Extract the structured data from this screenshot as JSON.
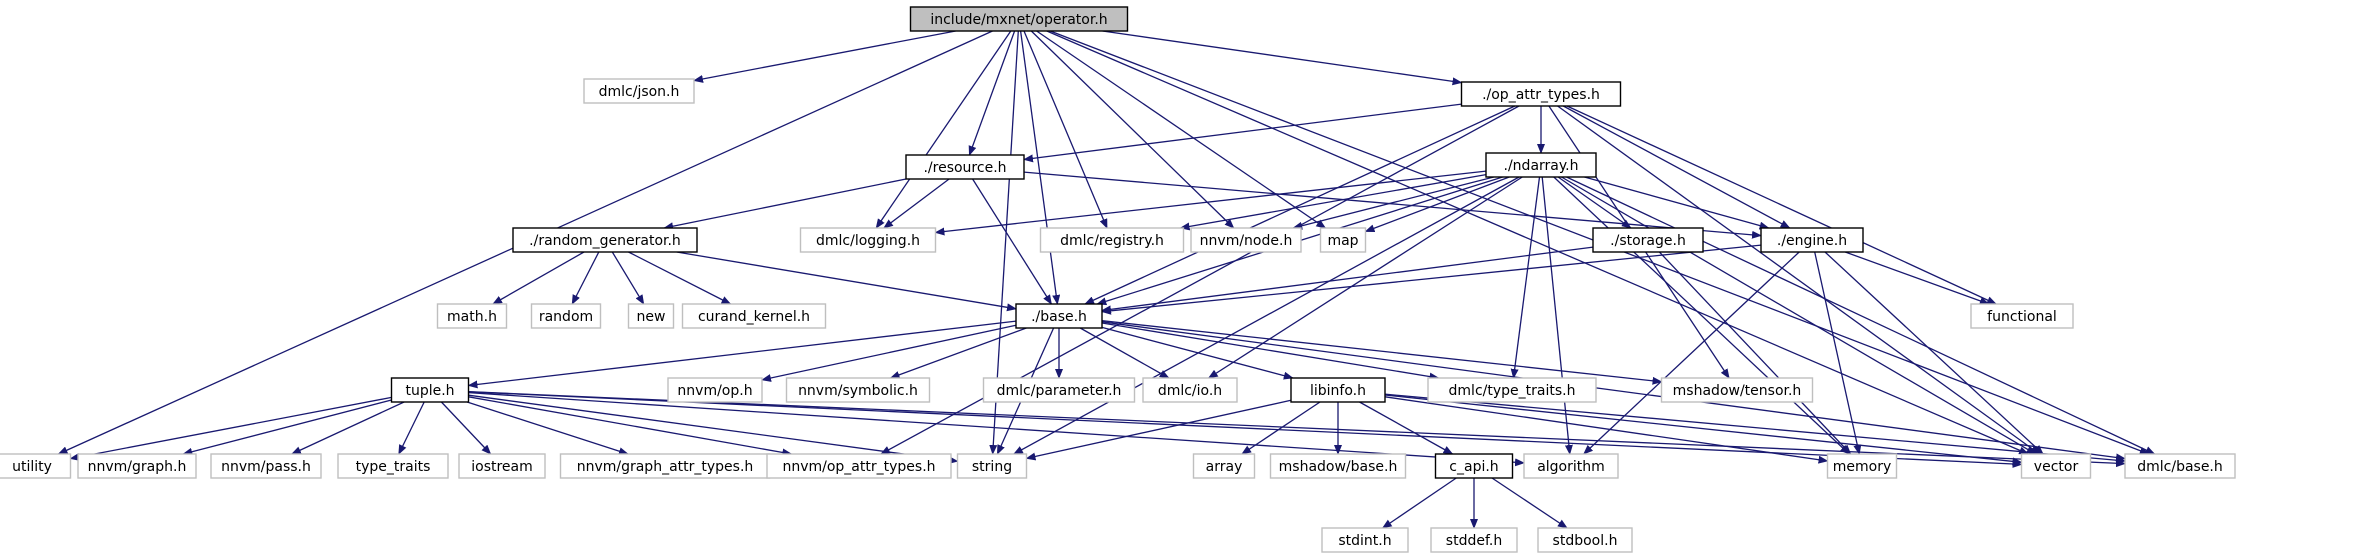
{
  "colors": {
    "edge": "#191970",
    "root_fill": "#bfbfbf",
    "root_border": "#000000",
    "local_border": "#000000",
    "external_border": "#bfbfbf",
    "fill": "#ffffff"
  },
  "graph": {
    "nodes": [
      {
        "id": "operator_h",
        "label": "include/mxnet/operator.h",
        "kind": "root"
      },
      {
        "id": "dmlc_json_h",
        "label": "dmlc/json.h",
        "kind": "external"
      },
      {
        "id": "op_attr_types_h",
        "label": "./op_attr_types.h",
        "kind": "local"
      },
      {
        "id": "resource_h",
        "label": "./resource.h",
        "kind": "local"
      },
      {
        "id": "ndarray_h",
        "label": "./ndarray.h",
        "kind": "local"
      },
      {
        "id": "random_generator_h",
        "label": "./random_generator.h",
        "kind": "local"
      },
      {
        "id": "dmlc_logging_h",
        "label": "dmlc/logging.h",
        "kind": "external"
      },
      {
        "id": "dmlc_registry_h",
        "label": "dmlc/registry.h",
        "kind": "external"
      },
      {
        "id": "nnvm_node_h",
        "label": "nnvm/node.h",
        "kind": "external"
      },
      {
        "id": "map",
        "label": "map",
        "kind": "external"
      },
      {
        "id": "storage_h",
        "label": "./storage.h",
        "kind": "local"
      },
      {
        "id": "engine_h",
        "label": "./engine.h",
        "kind": "local"
      },
      {
        "id": "math_h",
        "label": "math.h",
        "kind": "external"
      },
      {
        "id": "random",
        "label": "random",
        "kind": "external"
      },
      {
        "id": "new",
        "label": "new",
        "kind": "external"
      },
      {
        "id": "curand_kernel_h",
        "label": "curand_kernel.h",
        "kind": "external"
      },
      {
        "id": "base_h",
        "label": "./base.h",
        "kind": "local"
      },
      {
        "id": "functional",
        "label": "functional",
        "kind": "external"
      },
      {
        "id": "tuple_h",
        "label": "tuple.h",
        "kind": "local"
      },
      {
        "id": "nnvm_op_h",
        "label": "nnvm/op.h",
        "kind": "external"
      },
      {
        "id": "nnvm_symbolic_h",
        "label": "nnvm/symbolic.h",
        "kind": "external"
      },
      {
        "id": "dmlc_parameter_h",
        "label": "dmlc/parameter.h",
        "kind": "external"
      },
      {
        "id": "dmlc_io_h",
        "label": "dmlc/io.h",
        "kind": "external"
      },
      {
        "id": "libinfo_h",
        "label": "libinfo.h",
        "kind": "local"
      },
      {
        "id": "dmlc_type_traits_h",
        "label": "dmlc/type_traits.h",
        "kind": "external"
      },
      {
        "id": "mshadow_tensor_h",
        "label": "mshadow/tensor.h",
        "kind": "external"
      },
      {
        "id": "utility",
        "label": "utility",
        "kind": "external"
      },
      {
        "id": "nnvm_graph_h",
        "label": "nnvm/graph.h",
        "kind": "external"
      },
      {
        "id": "nnvm_pass_h",
        "label": "nnvm/pass.h",
        "kind": "external"
      },
      {
        "id": "type_traits",
        "label": "type_traits",
        "kind": "external"
      },
      {
        "id": "iostream",
        "label": "iostream",
        "kind": "external"
      },
      {
        "id": "nnvm_graph_attr_types_h",
        "label": "nnvm/graph_attr_types.h",
        "kind": "external"
      },
      {
        "id": "nnvm_op_attr_types_h",
        "label": "nnvm/op_attr_types.h",
        "kind": "external"
      },
      {
        "id": "string",
        "label": "string",
        "kind": "external"
      },
      {
        "id": "array",
        "label": "array",
        "kind": "external"
      },
      {
        "id": "mshadow_base_h",
        "label": "mshadow/base.h",
        "kind": "external"
      },
      {
        "id": "c_api_h",
        "label": "c_api.h",
        "kind": "local"
      },
      {
        "id": "algorithm",
        "label": "algorithm",
        "kind": "external"
      },
      {
        "id": "memory",
        "label": "memory",
        "kind": "external"
      },
      {
        "id": "vector",
        "label": "vector",
        "kind": "external"
      },
      {
        "id": "dmlc_base_h",
        "label": "dmlc/base.h",
        "kind": "external"
      },
      {
        "id": "stdint_h",
        "label": "stdint.h",
        "kind": "external"
      },
      {
        "id": "stddef_h",
        "label": "stddef.h",
        "kind": "external"
      },
      {
        "id": "stdbool_h",
        "label": "stdbool.h",
        "kind": "external"
      }
    ],
    "edges": [
      [
        "operator_h",
        "dmlc_json_h"
      ],
      [
        "operator_h",
        "op_attr_types_h"
      ],
      [
        "operator_h",
        "resource_h"
      ],
      [
        "operator_h",
        "dmlc_logging_h"
      ],
      [
        "operator_h",
        "dmlc_registry_h"
      ],
      [
        "operator_h",
        "nnvm_node_h"
      ],
      [
        "operator_h",
        "map"
      ],
      [
        "operator_h",
        "base_h"
      ],
      [
        "operator_h",
        "utility"
      ],
      [
        "operator_h",
        "string"
      ],
      [
        "operator_h",
        "vector"
      ],
      [
        "operator_h",
        "dmlc_base_h"
      ],
      [
        "op_attr_types_h",
        "resource_h"
      ],
      [
        "op_attr_types_h",
        "ndarray_h"
      ],
      [
        "op_attr_types_h",
        "engine_h"
      ],
      [
        "op_attr_types_h",
        "base_h"
      ],
      [
        "op_attr_types_h",
        "functional"
      ],
      [
        "op_attr_types_h",
        "vector"
      ],
      [
        "op_attr_types_h",
        "mshadow_tensor_h"
      ],
      [
        "op_attr_types_h",
        "nnvm_op_attr_types_h"
      ],
      [
        "resource_h",
        "random_generator_h"
      ],
      [
        "resource_h",
        "dmlc_logging_h"
      ],
      [
        "resource_h",
        "engine_h"
      ],
      [
        "resource_h",
        "base_h"
      ],
      [
        "ndarray_h",
        "dmlc_logging_h"
      ],
      [
        "ndarray_h",
        "dmlc_registry_h"
      ],
      [
        "ndarray_h",
        "nnvm_node_h"
      ],
      [
        "ndarray_h",
        "map"
      ],
      [
        "ndarray_h",
        "storage_h"
      ],
      [
        "ndarray_h",
        "engine_h"
      ],
      [
        "ndarray_h",
        "base_h"
      ],
      [
        "ndarray_h",
        "dmlc_io_h"
      ],
      [
        "ndarray_h",
        "dmlc_type_traits_h"
      ],
      [
        "ndarray_h",
        "string"
      ],
      [
        "ndarray_h",
        "algorithm"
      ],
      [
        "ndarray_h",
        "memory"
      ],
      [
        "ndarray_h",
        "vector"
      ],
      [
        "ndarray_h",
        "dmlc_base_h"
      ],
      [
        "random_generator_h",
        "math_h"
      ],
      [
        "random_generator_h",
        "random"
      ],
      [
        "random_generator_h",
        "new"
      ],
      [
        "random_generator_h",
        "curand_kernel_h"
      ],
      [
        "random_generator_h",
        "base_h"
      ],
      [
        "storage_h",
        "base_h"
      ],
      [
        "storage_h",
        "memory"
      ],
      [
        "engine_h",
        "base_h"
      ],
      [
        "engine_h",
        "functional"
      ],
      [
        "engine_h",
        "algorithm"
      ],
      [
        "engine_h",
        "memory"
      ],
      [
        "engine_h",
        "vector"
      ],
      [
        "base_h",
        "tuple_h"
      ],
      [
        "base_h",
        "nnvm_op_h"
      ],
      [
        "base_h",
        "nnvm_symbolic_h"
      ],
      [
        "base_h",
        "dmlc_parameter_h"
      ],
      [
        "base_h",
        "dmlc_io_h"
      ],
      [
        "base_h",
        "libinfo_h"
      ],
      [
        "base_h",
        "dmlc_type_traits_h"
      ],
      [
        "base_h",
        "mshadow_tensor_h"
      ],
      [
        "base_h",
        "string"
      ],
      [
        "base_h",
        "dmlc_base_h"
      ],
      [
        "tuple_h",
        "utility"
      ],
      [
        "tuple_h",
        "nnvm_graph_h"
      ],
      [
        "tuple_h",
        "nnvm_pass_h"
      ],
      [
        "tuple_h",
        "type_traits"
      ],
      [
        "tuple_h",
        "iostream"
      ],
      [
        "tuple_h",
        "nnvm_graph_attr_types_h"
      ],
      [
        "tuple_h",
        "nnvm_op_attr_types_h"
      ],
      [
        "tuple_h",
        "string"
      ],
      [
        "tuple_h",
        "algorithm"
      ],
      [
        "tuple_h",
        "vector"
      ],
      [
        "tuple_h",
        "dmlc_base_h"
      ],
      [
        "libinfo_h",
        "string"
      ],
      [
        "libinfo_h",
        "array"
      ],
      [
        "libinfo_h",
        "mshadow_base_h"
      ],
      [
        "libinfo_h",
        "c_api_h"
      ],
      [
        "libinfo_h",
        "memory"
      ],
      [
        "libinfo_h",
        "vector"
      ],
      [
        "libinfo_h",
        "dmlc_base_h"
      ],
      [
        "c_api_h",
        "stdint_h"
      ],
      [
        "c_api_h",
        "stddef_h"
      ],
      [
        "c_api_h",
        "stdbool_h"
      ]
    ]
  }
}
